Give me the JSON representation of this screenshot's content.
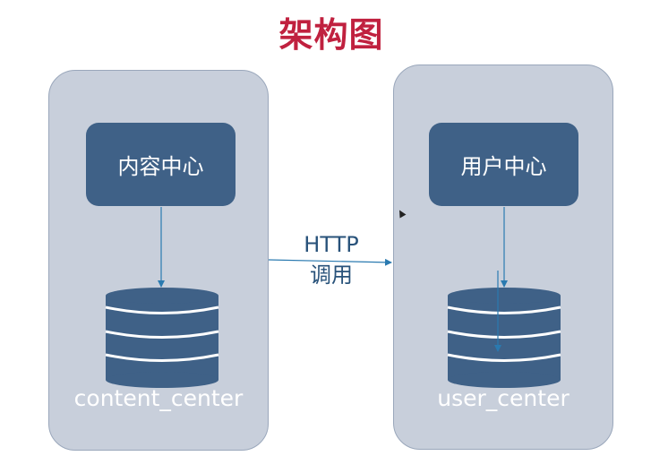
{
  "diagram": {
    "title": "架构图",
    "left_service": {
      "label": "内容中心",
      "database": "content_center"
    },
    "right_service": {
      "label": "用户中心",
      "database": "user_center"
    },
    "connection": {
      "line1": "HTTP",
      "line2": "调用"
    }
  },
  "colors": {
    "title": "#c0213f",
    "panel": "#c8cfdb",
    "box": "#3f6187",
    "arrow": "#2a7ab0"
  }
}
